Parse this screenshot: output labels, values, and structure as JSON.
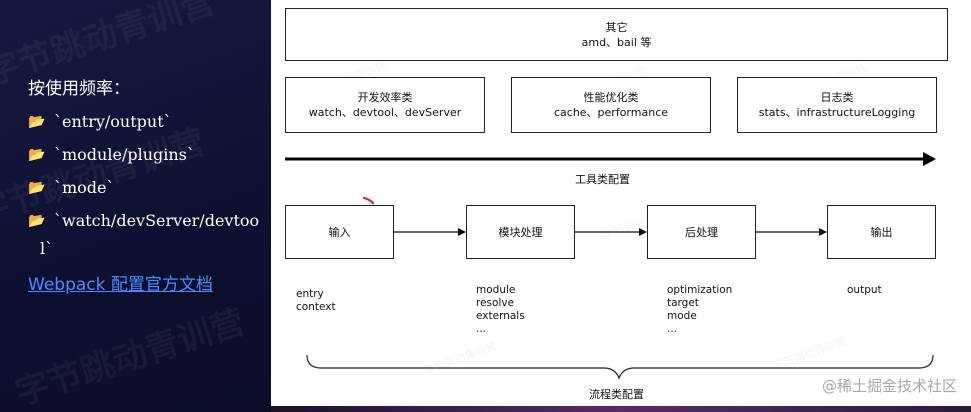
{
  "sidebar": {
    "title": "按使用频率：",
    "items": [
      {
        "icon": "📂",
        "text": "`entry/output`"
      },
      {
        "icon": "📂",
        "text": "`module/plugins`"
      },
      {
        "icon": "📂",
        "text": "`mode`"
      },
      {
        "icon": "📂",
        "text": "`watch/devServer/devtoo"
      }
    ],
    "continuation": "l`",
    "link_text": "Webpack 配置官方文档",
    "watermark": "字节跳动青训营"
  },
  "diagram": {
    "other_box": {
      "title": "其它",
      "subtitle": "amd、bail 等"
    },
    "tool_boxes": [
      {
        "title": "开发效率类",
        "subtitle": "watch、devtool、devServer"
      },
      {
        "title": "性能优化类",
        "subtitle": "cache、performance"
      },
      {
        "title": "日志类",
        "subtitle": "stats、infrastructureLogging"
      }
    ],
    "tool_label": "工具类配置",
    "flow_boxes": [
      "输入",
      "模块处理",
      "后处理",
      "输出"
    ],
    "flow_details": [
      "entry\ncontext",
      "module\nresolve\nexternals\n...",
      "optimization\ntarget\nmode\n...",
      "output"
    ],
    "flow_label": "流程类配置",
    "site_watermark": "@稀土掘金技术社区"
  }
}
